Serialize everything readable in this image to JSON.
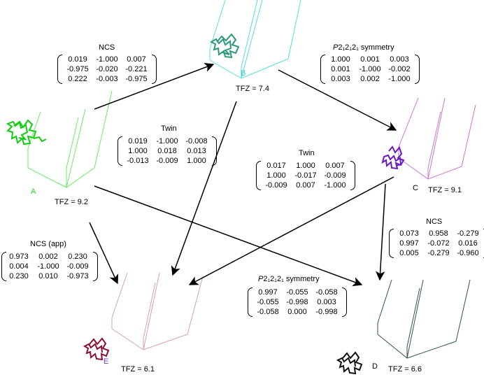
{
  "nodes": [
    {
      "id": "A",
      "label": "A",
      "tfz": "TFZ = 9.2",
      "color": "#22dd22"
    },
    {
      "id": "B",
      "label": "B",
      "tfz": "TFZ = 7.4",
      "color": "#33cccc"
    },
    {
      "id": "C",
      "label": "C",
      "tfz": "TFZ = 9.1",
      "color": "#cc66cc"
    },
    {
      "id": "D",
      "label": "D",
      "tfz": "TFZ = 6.6",
      "color": "#000000"
    },
    {
      "id": "E",
      "label": "E",
      "tfz": "TFZ = 6.1",
      "color": "#aa2255"
    }
  ],
  "node_letter_colors": {
    "A": "#22dd22",
    "B": "#33cccc",
    "C": "#000000",
    "D": "#000000",
    "E": "#7a3ac8"
  },
  "edges": [
    {
      "from": "A",
      "to": "B",
      "title": "NCS",
      "matrix": [
        [
          "0.019",
          "-1.000",
          "0.007"
        ],
        [
          "-0.975",
          "-0.020",
          "-0.221"
        ],
        [
          "0.222",
          "-0.003",
          "-0.975"
        ]
      ]
    },
    {
      "from": "B",
      "to": "C",
      "title_prefix": "P",
      "title_sub": "2₁2₁2₁",
      "title_suffix": " symmetry",
      "matrix": [
        [
          "1.000",
          "0.001",
          "0.003"
        ],
        [
          "0.001",
          "-1.000",
          "-0.002"
        ],
        [
          "0.003",
          "0.002",
          "-1.000"
        ]
      ]
    },
    {
      "from": "B",
      "to": "E",
      "title": "Twin",
      "matrix": [
        [
          "0.019",
          "-1.000",
          "-0.008"
        ],
        [
          "1.000",
          "0.018",
          "0.013"
        ],
        [
          "-0.013",
          "-0.009",
          "1.000"
        ]
      ]
    },
    {
      "from": "C",
      "to": "E",
      "title": "Twin",
      "matrix": [
        [
          "0.017",
          "1.000",
          "0.007"
        ],
        [
          "1.000",
          "-0.017",
          "-0.009"
        ],
        [
          "-0.009",
          "0.007",
          "-1.000"
        ]
      ]
    },
    {
      "from": "C",
      "to": "D",
      "title": "NCS",
      "matrix": [
        [
          "0.073",
          "0.958",
          "-0.279"
        ],
        [
          "0.997",
          "-0.072",
          "0.016"
        ],
        [
          "0.005",
          "-0.279",
          "-0.960"
        ]
      ]
    },
    {
      "from": "A",
      "to": "E",
      "title": "NCS (app)",
      "matrix": [
        [
          "0.973",
          "0.002",
          "0.230"
        ],
        [
          "0.004",
          "-1.000",
          "-0.009"
        ],
        [
          "0.230",
          "0.010",
          "-0.973"
        ]
      ]
    },
    {
      "from": "A",
      "to": "D",
      "title_prefix": "P",
      "title_sub": "2₁2₁2₁",
      "title_suffix": " symmetry",
      "matrix": [
        [
          "0.997",
          "-0.055",
          "-0.058"
        ],
        [
          "-0.055",
          "-0.998",
          "0.003"
        ],
        [
          "-0.058",
          "0.000",
          "-0.998"
        ]
      ]
    }
  ]
}
